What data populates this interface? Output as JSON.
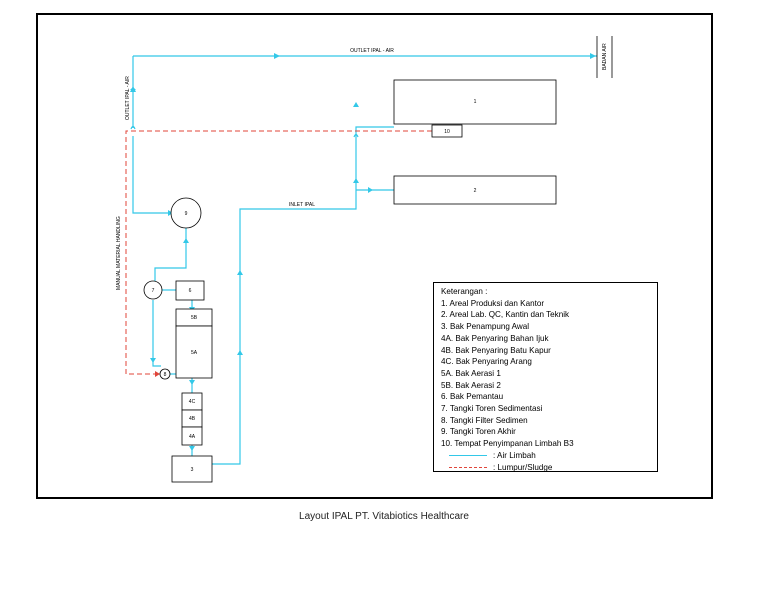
{
  "caption": "Layout IPAL PT. Vitabiotics Healthcare",
  "labels": {
    "outlet_top": "OUTLET IPAL - AIR",
    "outlet_side": "OUTLET IPAL - AIR",
    "badan_air": "BADAN AIR",
    "inlet": "INLET IPAL",
    "manual": "MANUAL MATERIAL HANDLING"
  },
  "units": {
    "u1": "1",
    "u2": "2",
    "u3": "3",
    "u4a": "4A",
    "u4b": "4B",
    "u4c": "4C",
    "u5a": "5A",
    "u5b": "5B",
    "u6": "6",
    "u7": "7",
    "u8": "8",
    "u9": "9",
    "u10": "10"
  },
  "legend": {
    "title": "Keterangan :",
    "items": [
      "1. Areal Produksi dan Kantor",
      "2. Areal Lab. QC, Kantin dan Teknik",
      "3. Bak Penampung Awal",
      "4A. Bak Penyaring Bahan Ijuk",
      "4B. Bak Penyaring Batu Kapur",
      "4C. Bak Penyaring Arang",
      "5A. Bak Aerasi 1",
      "5B. Bak Aerasi 2",
      "6. Bak Pemantau",
      "7. Tangki Toren Sedimentasi",
      "8. Tangki Filter Sedimen",
      "9. Tangki Toren Akhir",
      "10. Tempat Penyimpanan Limbah B3"
    ],
    "air_limbah": ": Air Limbah",
    "lumpur": ": Lumpur/Sludge"
  },
  "colors": {
    "water": "#33c8e8",
    "sludge": "#e0453a"
  }
}
